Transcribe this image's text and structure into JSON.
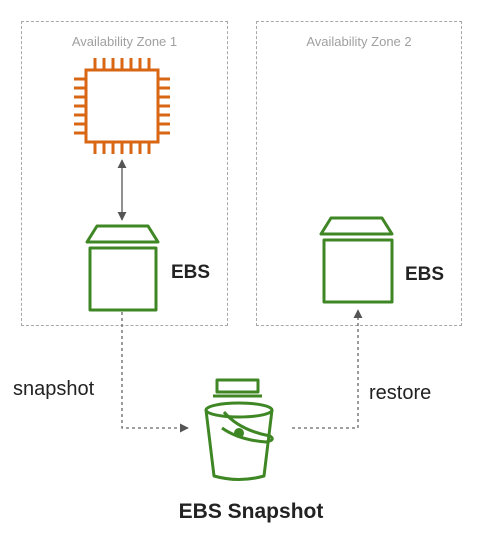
{
  "zones": [
    {
      "label": "Availability Zone 1"
    },
    {
      "label": "Availability Zone 2"
    }
  ],
  "volumes": [
    {
      "label": "EBS"
    },
    {
      "label": "EBS"
    }
  ],
  "flows": {
    "snapshot": "snapshot",
    "restore": "restore"
  },
  "snapshot_title": "EBS Snapshot",
  "colors": {
    "ec2_orange": "#D86613",
    "ebs_green": "#3F8624",
    "connector": "#666666",
    "zone_border": "#A8A8A8"
  },
  "icons": [
    "ec2-chip-icon",
    "ebs-volume-icon",
    "ebs-volume-icon",
    "s3-bucket-snapshot-icon"
  ]
}
